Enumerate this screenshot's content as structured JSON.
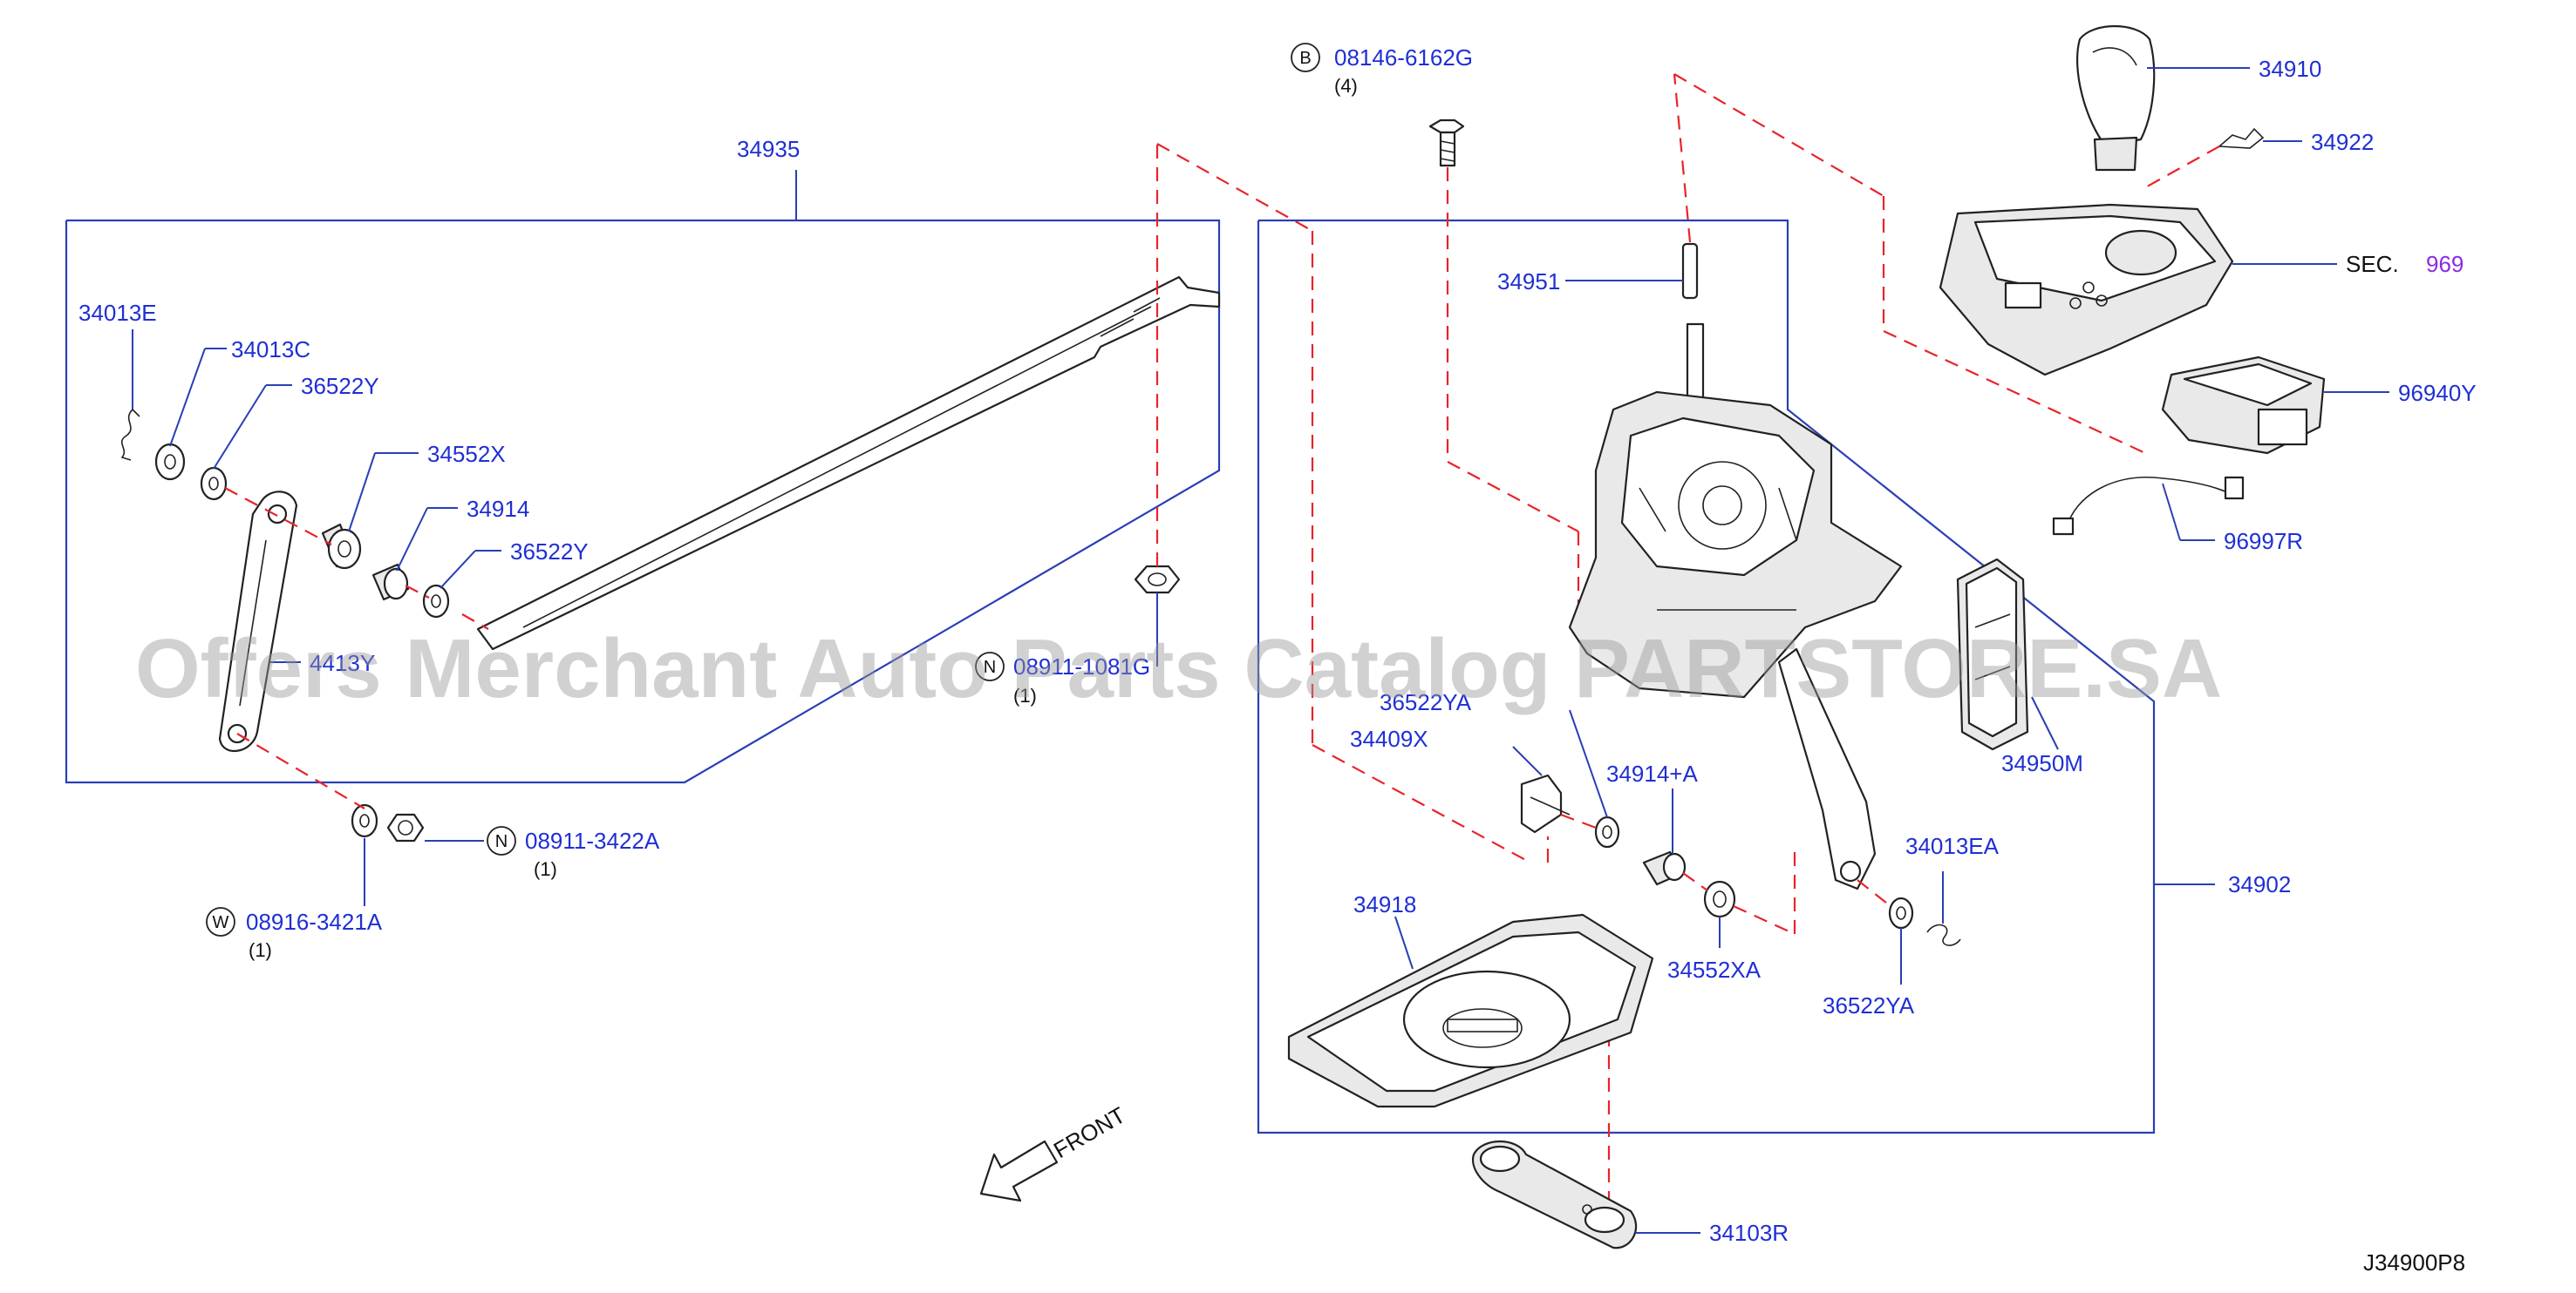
{
  "watermark": "Offers Merchant Auto Parts Catalog PARTSTORE.SA",
  "diagram_code": "J34900P8",
  "front_label": "FRONT",
  "sec_label": {
    "prefix": "SEC.",
    "number": "969"
  },
  "colors": {
    "label": "#1f2fd4",
    "leader": "#2a3fb5",
    "dashed": "#e8242a",
    "section_ref": "#8a2be2"
  },
  "labels": {
    "p34935": "34935",
    "p34013E": "34013E",
    "p34013C": "34013C",
    "p36522Y_1": "36522Y",
    "p34552X": "34552X",
    "p34914": "34914",
    "p36522Y_2": "36522Y",
    "p34413Y_partial": "4413Y",
    "p34910": "34910",
    "p34922": "34922",
    "p96940Y": "96940Y",
    "p96997R": "96997R",
    "p34950M": "34950M",
    "p34902": "34902",
    "p34951": "34951",
    "p36522YA_top": "36522YA",
    "p34409X": "34409X",
    "p34914A": "34914+A",
    "p34013EA": "34013EA",
    "p34552XA": "34552XA",
    "p36522YA": "36522YA",
    "p34918": "34918",
    "p34103R": "34103R"
  },
  "fasteners": [
    {
      "symbol": "B",
      "part": "08146-6162G",
      "qty": "(4)"
    },
    {
      "symbol": "N",
      "part": "08911-1081G",
      "qty": "(1)"
    },
    {
      "symbol": "N",
      "part": "08911-3422A",
      "qty": "(1)"
    },
    {
      "symbol": "W",
      "part": "08916-3421A",
      "qty": "(1)"
    }
  ]
}
